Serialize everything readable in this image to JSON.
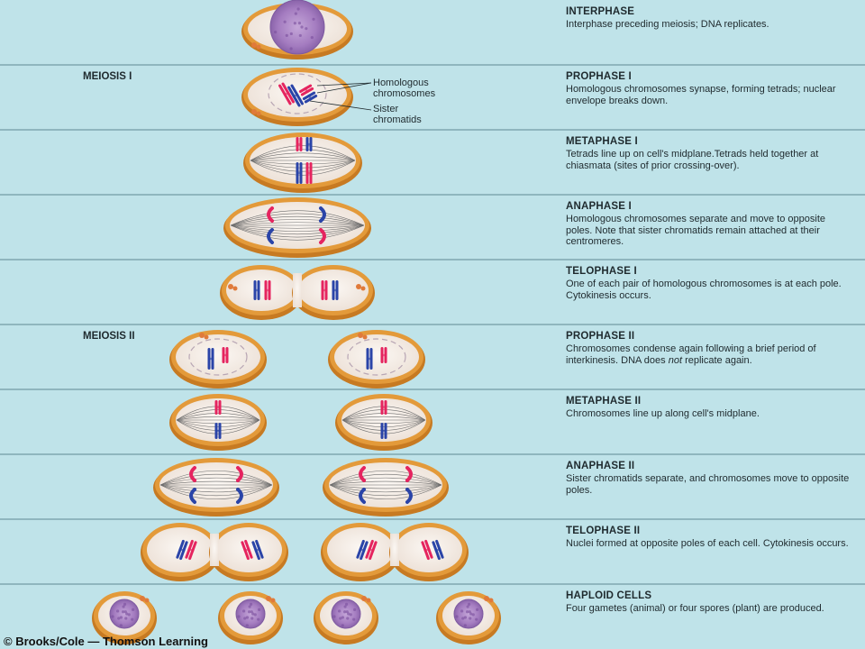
{
  "sections": {
    "meiosis_1": "MEIOSIS I",
    "meiosis_2": "MEIOSIS II"
  },
  "stages": [
    {
      "title": "INTERPHASE",
      "desc": "Interphase preceding meiosis; DNA replicates."
    },
    {
      "title": "PROPHASE I",
      "desc": "Homologous chromosomes synapse, forming tetrads; nuclear envelope breaks down."
    },
    {
      "title": "METAPHASE I",
      "desc": "Tetrads line up on cell's midplane.Tetrads held together at chiasmata (sites of prior crossing-over)."
    },
    {
      "title": "ANAPHASE I",
      "desc": "Homologous chromosomes separate and move to opposite poles. Note that sister chromatids remain attached at their centromeres."
    },
    {
      "title": "TELOPHASE I",
      "desc": "One of each pair of homologous chromosomes is at each pole. Cytokinesis occurs."
    },
    {
      "title": "PROPHASE II",
      "desc_before": "Chromosomes condense again following a brief period of interkinesis. DNA does ",
      "desc_em": "not",
      "desc_after": " replicate again."
    },
    {
      "title": "METAPHASE II",
      "desc": "Chromosomes line up along cell's midplane."
    },
    {
      "title": "ANAPHASE II",
      "desc": "Sister chromatids separate, and chromosomes move to opposite poles."
    },
    {
      "title": "TELOPHASE II",
      "desc": "Nuclei formed at opposite poles of each cell. Cytokinesis occurs."
    },
    {
      "title": "HAPLOID CELLS",
      "desc": "Four gametes (animal) or four spores (plant) are produced."
    }
  ],
  "callouts": {
    "homologous": "Homologous chromosomes",
    "sister": "Sister chromatids"
  },
  "credit": "© Brooks/Cole — Thomson Learning",
  "colors": {
    "background": "#bfe3e9",
    "cell_border": "#e39a3a",
    "cytoplasm": "#f6efe9",
    "chromosome_red": "#e5245f",
    "chromosome_blue": "#2a44a8",
    "nucleus": "#a97fc4"
  }
}
